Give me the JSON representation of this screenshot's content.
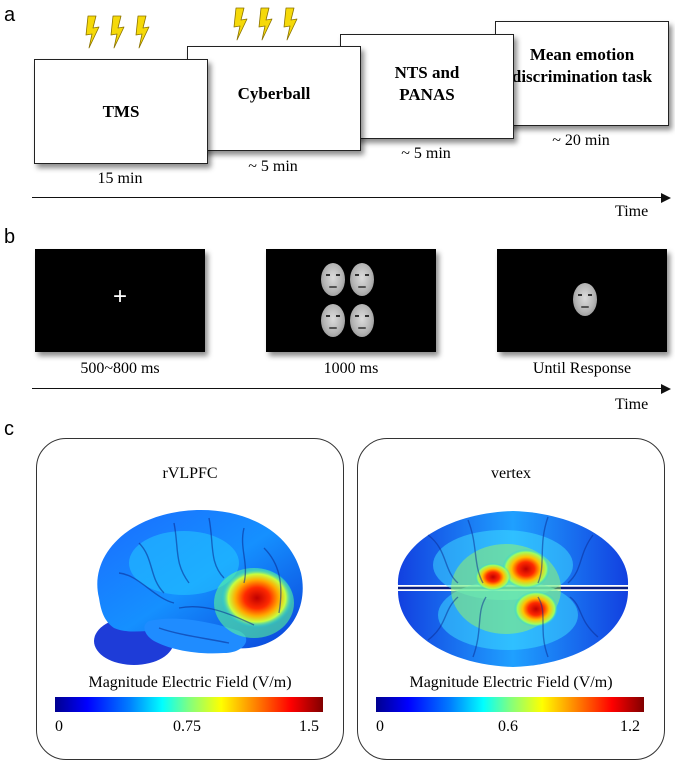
{
  "panels": {
    "a": {
      "letter": "a",
      "steps": [
        {
          "label": "TMS",
          "duration": "15 min"
        },
        {
          "label": "Cyberball",
          "duration": "~ 5 min"
        },
        {
          "label": "NTS and PANAS",
          "duration": "~ 5 min"
        },
        {
          "label": "Mean emotion discrimination task",
          "duration": "~ 20 min"
        }
      ],
      "axis_label": "Time"
    },
    "b": {
      "letter": "b",
      "screens": [
        {
          "content": "+",
          "duration": "500~800 ms"
        },
        {
          "duration": "1000 ms"
        },
        {
          "duration": "Until Response"
        }
      ],
      "axis_label": "Time"
    },
    "c": {
      "letter": "c",
      "maps": [
        {
          "site": "rVLPFC",
          "colorbar_label": "Magnitude Electric Field (V/m)",
          "ticks": [
            "0",
            "0.75",
            "1.5"
          ]
        },
        {
          "site": "vertex",
          "colorbar_label": "Magnitude Electric Field (V/m)",
          "ticks": [
            "0",
            "0.6",
            "1.2"
          ]
        }
      ]
    }
  },
  "icons": {
    "stimulation": "lightning-bolt-icon"
  },
  "colors": {
    "screen": "#000000",
    "bolt": "#f5d90a"
  }
}
